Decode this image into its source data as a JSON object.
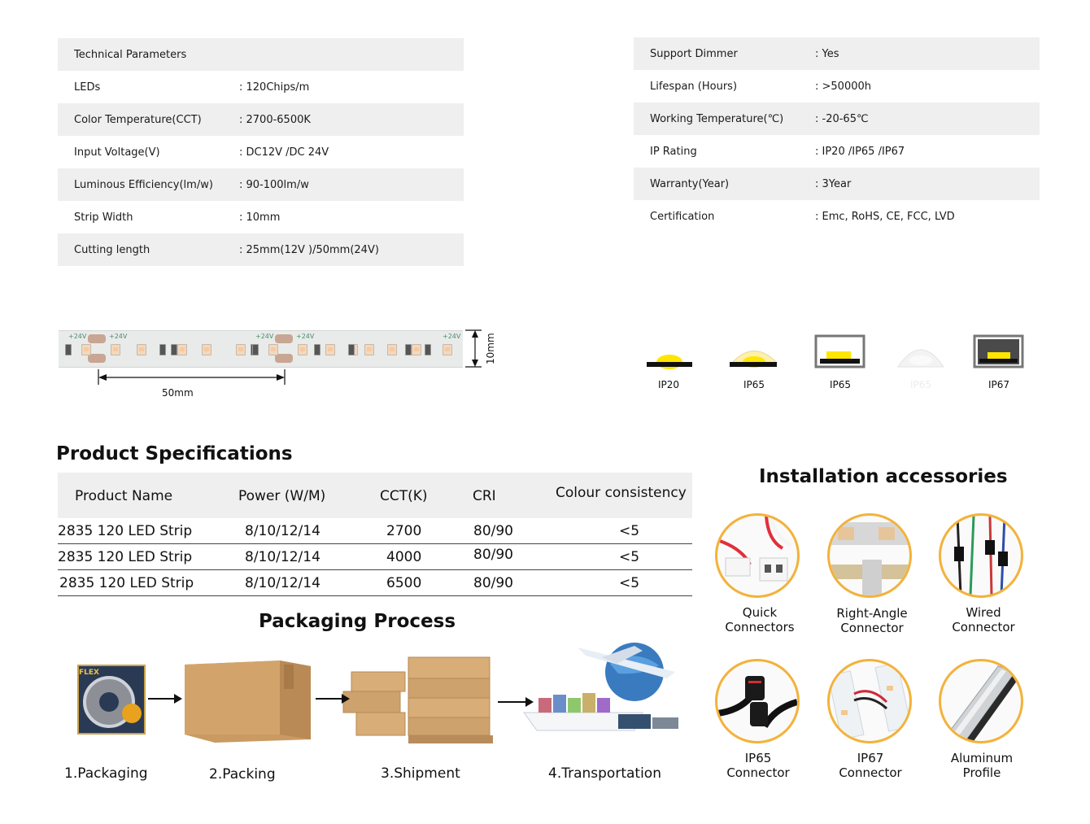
{
  "tech_left": [
    {
      "label": "Technical Parameters",
      "value": ""
    },
    {
      "label": "LEDs",
      "value": ": 120Chips/m"
    },
    {
      "label": "Color Temperature(CCT)",
      "value": ": 2700-6500K"
    },
    {
      "label": "Input Voltage(V)",
      "value": ": DC12V /DC 24V"
    },
    {
      "label": "Luminous Efficiency(lm/w)",
      "value": ": 90-100lm/w"
    },
    {
      "label": "Strip Width",
      "value": ": 10mm"
    },
    {
      "label": "Cutting length",
      "value": ": 25mm(12V )/50mm(24V)"
    }
  ],
  "tech_right": [
    {
      "label": "Support Dimmer",
      "value": ": Yes"
    },
    {
      "label": "Lifespan (Hours)",
      "value": ": >50000h"
    },
    {
      "label": "Working Temperature(℃)",
      "value": ": -20-65℃"
    },
    {
      "label": "IP Rating",
      "value": ": IP20 /IP65 /IP67"
    },
    {
      "label": "Warranty(Year)",
      "value": ": 3Year"
    },
    {
      "label": "Certification",
      "value": ": Emc, RoHS, CE, FCC, LVD"
    }
  ],
  "strip": {
    "voltage_mark": "+24V",
    "cut_length": "50mm",
    "width": "10mm"
  },
  "ip_icons": [
    "IP20",
    "IP65",
    "IP65",
    "IP65",
    "IP67"
  ],
  "spec": {
    "title": "Product Specifications",
    "headers": [
      "Product Name",
      "Power (W/M)",
      "CCT(K)",
      "CRI",
      "Colour consistency"
    ],
    "rows": [
      [
        "2835 120 LED Strip",
        "8/10/12/14",
        "2700",
        "80/90",
        "<5"
      ],
      [
        "2835 120 LED Strip",
        "8/10/12/14",
        "4000",
        "80/90",
        "<5"
      ],
      [
        "2835 120 LED Strip",
        "8/10/12/14",
        "6500",
        "80/90",
        "<5"
      ]
    ]
  },
  "packaging": {
    "title": "Packaging Process",
    "steps": [
      "1.Packaging",
      "2.Packing",
      "3.Shipment",
      "4.Transportation"
    ],
    "box_text": "FLEX"
  },
  "accessories": {
    "title": "Installation accessories",
    "items": [
      "Quick\nConnectors",
      "Right-Angle\nConnector",
      "Wired\nConnector",
      "IP65\nConnector",
      "IP67\nConnector",
      "Aluminum\nProfile"
    ]
  },
  "colors": {
    "row_shade": "#efefef",
    "accent_ring": "#f3b23a",
    "chip_yellow": "#ffe600"
  }
}
